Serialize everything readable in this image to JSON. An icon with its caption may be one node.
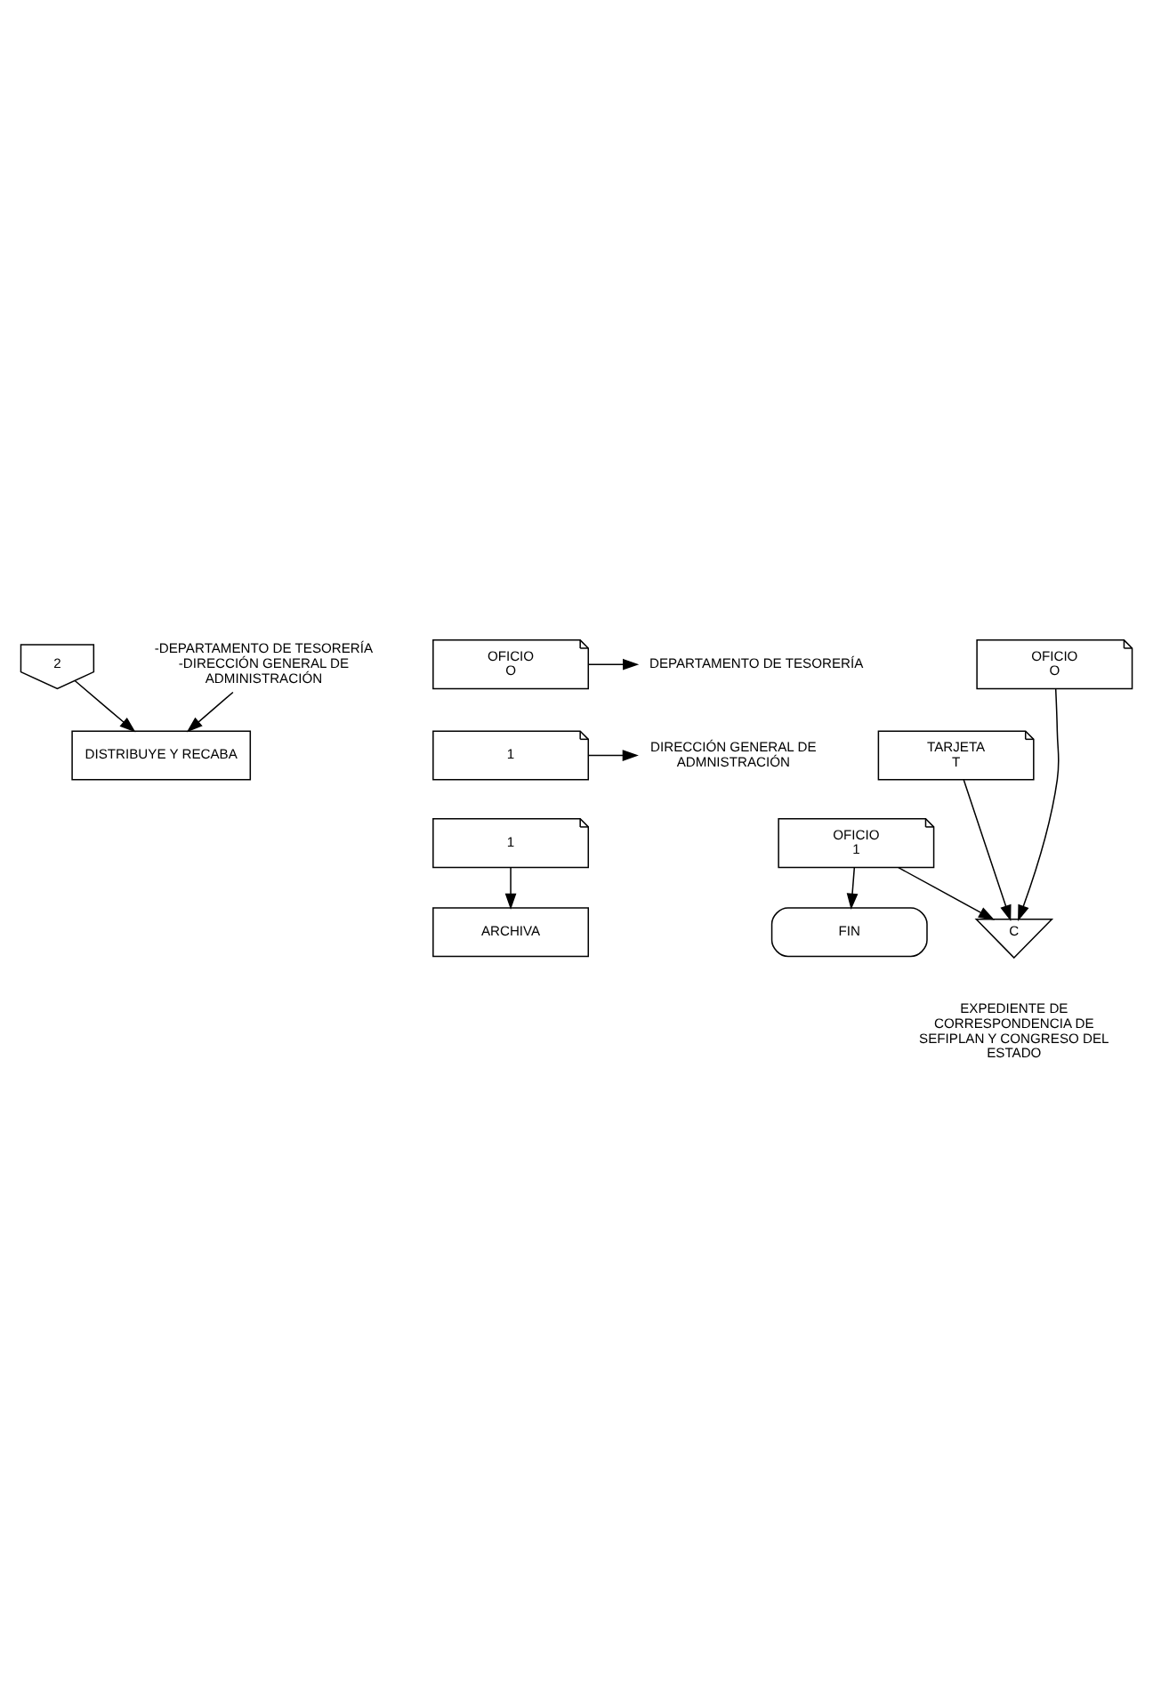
{
  "diagram": {
    "nodes": [
      {
        "text": [
          "2"
        ]
      },
      {
        "text": [
          "-DEPARTAMENTO DE TESORERÍA -DIRECCIÓN GENERAL DE ADMINISTRACIÓN"
        ]
      },
      {
        "text": [
          "DISTRIBUYE Y RECABA"
        ]
      },
      {
        "text": [
          "OFICIO",
          "O"
        ]
      },
      {
        "text": [
          "1"
        ]
      },
      {
        "text": [
          "1"
        ]
      },
      {
        "text": [
          "DEPARTAMENTO DE TESORERÍA"
        ]
      },
      {
        "text": [
          "DIRECCIÓN GENERAL DE ADMNISTRACIÓN"
        ]
      },
      {
        "text": [
          "ARCHIVA"
        ]
      },
      {
        "text": [
          "OFICIO",
          "O"
        ]
      },
      {
        "text": [
          "TARJETA",
          "T"
        ]
      },
      {
        "text": [
          "OFICIO",
          "1"
        ]
      },
      {
        "text": [
          "C"
        ],
        "beside": [
          "EXPEDIENTE DE CORRESPONDENCIA DE SEFIPLAN Y CONGRESO DEL ESTADO"
        ]
      },
      {
        "text": [
          "FIN"
        ]
      }
    ],
    "edges": [
      {
        "from": 0,
        "to": 2,
        "arrow": "to"
      },
      {
        "from": 1,
        "to": 2,
        "arrow": "to"
      },
      {
        "from": 3,
        "to": 6,
        "arrow": "to"
      },
      {
        "from": 4,
        "to": 7,
        "arrow": "to"
      },
      {
        "from": 5,
        "to": 8,
        "arrow": "to"
      },
      {
        "from": 9,
        "to": 12,
        "arrow": "to"
      },
      {
        "from": 10,
        "to": 12,
        "arrow": "to"
      },
      {
        "from": 11,
        "to": 12,
        "arrow": "to"
      },
      {
        "from": 11,
        "to": 13,
        "arrow": "to"
      }
    ]
  }
}
